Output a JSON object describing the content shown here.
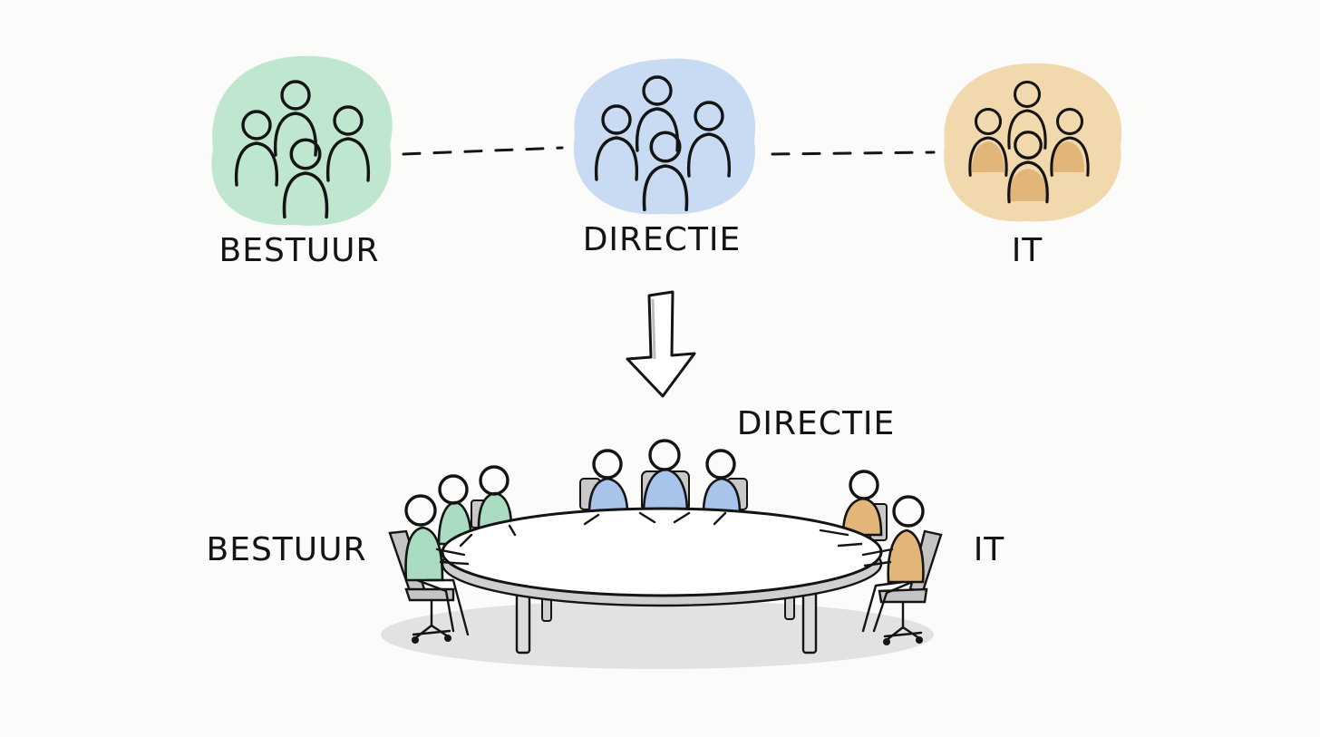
{
  "groups": [
    {
      "id": "bestuur",
      "label": "BESTUUR",
      "color": "#bfe6cf",
      "icon": "people-group-icon"
    },
    {
      "id": "directie",
      "label": "DIRECTIE",
      "color": "#c9dbf3",
      "icon": "people-group-icon"
    },
    {
      "id": "it",
      "label": "IT",
      "color": "#f1d8ad",
      "icon": "people-group-icon"
    }
  ],
  "table_labels": {
    "directie": "DIRECTIE",
    "bestuur": "BESTUUR",
    "it": "IT"
  },
  "colors": {
    "ink": "#141414",
    "bestuur_figure": "#a9dcc0",
    "directie_figure": "#a9c4ea",
    "it_figure": "#e2b679",
    "chair": "#bcbcbc",
    "shadow": "#e2e2e2",
    "table": "#ffffff"
  },
  "arrow_icon": "down-arrow-icon"
}
